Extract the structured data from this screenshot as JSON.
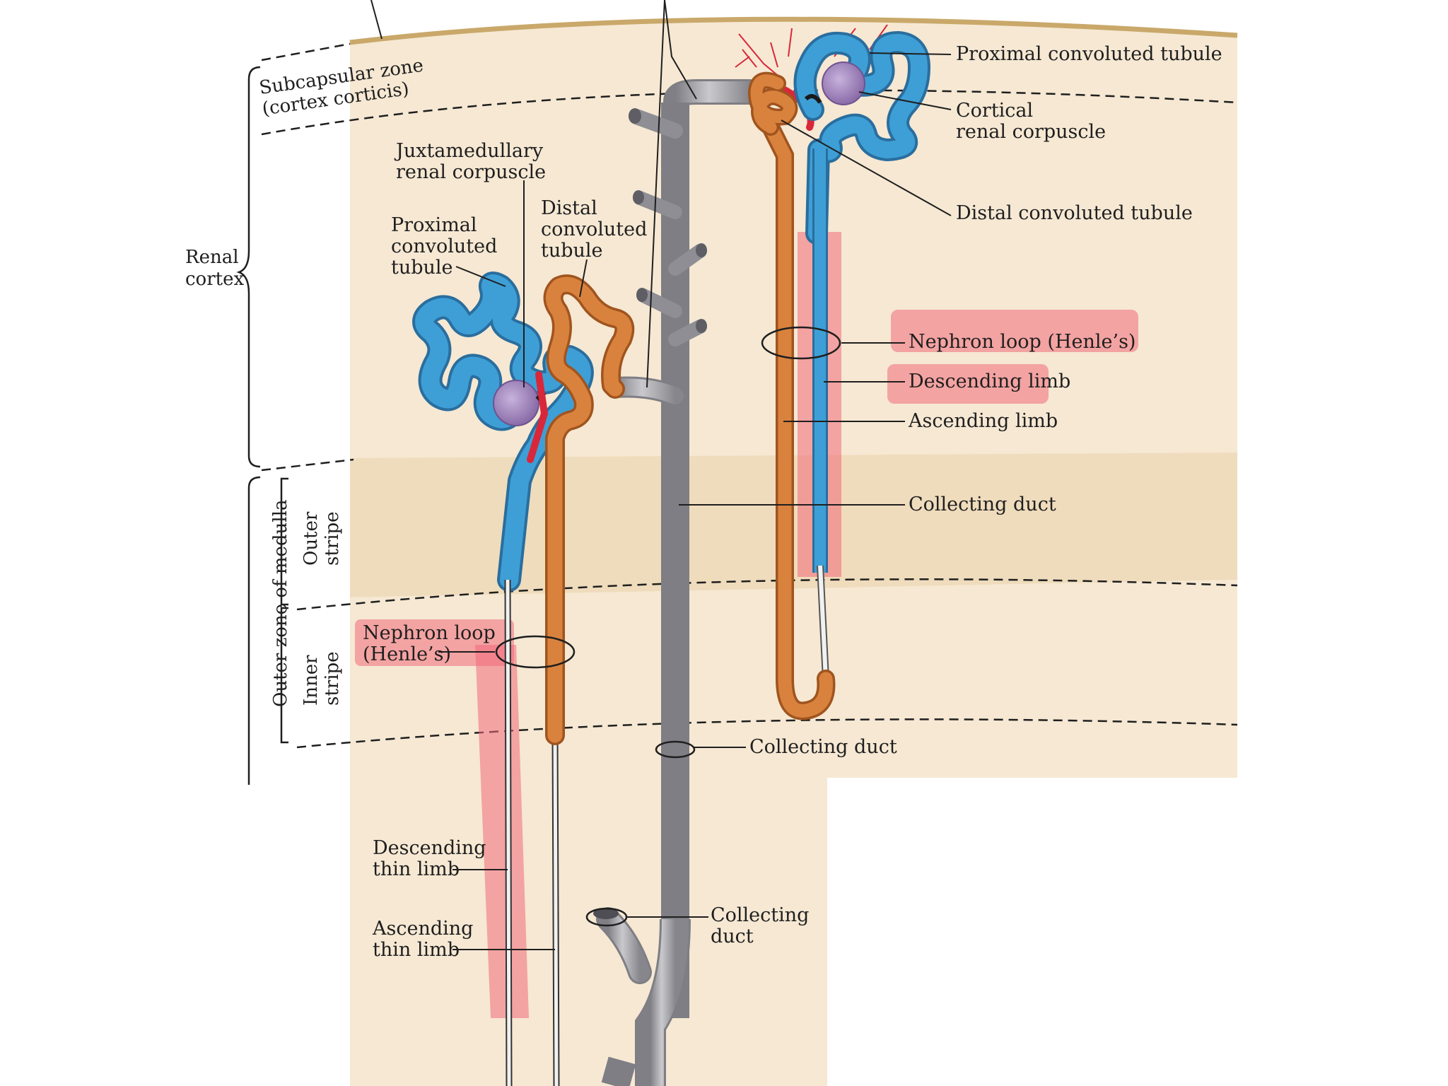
{
  "diagram": {
    "zones": {
      "subcapsular": [
        "Subcapsular zone",
        "(cortex corticis)"
      ],
      "renal_cortex": [
        "Renal",
        "cortex"
      ],
      "outer_zone_medulla": "Outer zone of medulla",
      "outer_stripe": [
        "Outer",
        "stripe"
      ],
      "inner_stripe": [
        "Inner",
        "stripe"
      ]
    },
    "labels": {
      "proximal_convoluted_tubule": "Proximal convoluted tubule",
      "cortical_renal_corpuscle": [
        "Cortical",
        "renal corpuscle"
      ],
      "distal_convoluted_tubule": "Distal convoluted tubule",
      "nephron_loop_right": "Nephron loop (Henle’s)",
      "descending_limb": "Descending limb",
      "ascending_limb": "Ascending limb",
      "collecting_duct_right": "Collecting duct",
      "collecting_duct_mid": "Collecting duct",
      "collecting_duct_bottom": [
        "Collecting",
        "duct"
      ],
      "juxtamedullary_renal_corpuscle": [
        "Juxtamedullary",
        "renal corpuscle"
      ],
      "proximal_convoluted_tubule_left": [
        "Proximal",
        "convoluted",
        "tubule"
      ],
      "distal_convoluted_tubule_left": [
        "Distal",
        "convoluted",
        "tubule"
      ],
      "nephron_loop_left": [
        "Nephron loop",
        "(Henle’s)"
      ],
      "descending_thin_limb": [
        "Descending",
        "thin limb"
      ],
      "ascending_thin_limb": [
        "Ascending",
        "thin limb"
      ]
    },
    "colors": {
      "cortex_bg": "#f6e8d3",
      "medulla_outer_bg": "#efdcbc",
      "capsule": "#c9a86a",
      "proximal_tubule": "#3e9fd6",
      "distal_tubule": "#d9823e",
      "collecting_duct": "#a9a9ad",
      "corpuscle": "#9a7fb8",
      "arteriole": "#d8273a",
      "highlight": "#f06a7a"
    }
  }
}
